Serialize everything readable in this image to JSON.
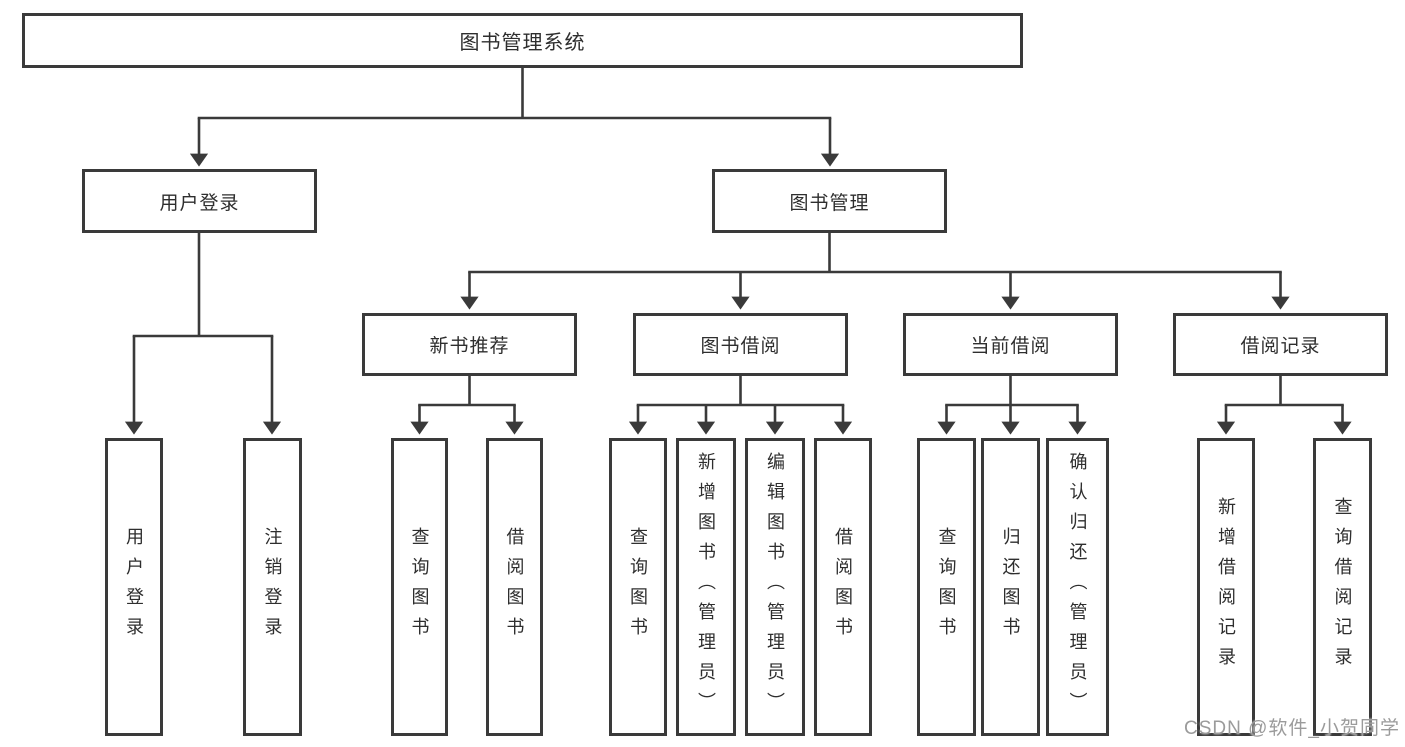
{
  "page": {
    "background": "#ffffff"
  },
  "colors": {
    "line": "#3a3a3a",
    "box_border": "#3a3a3a",
    "text": "#2e2e2e",
    "box_fill": "#ffffff",
    "watermark": "#9b9b9b"
  },
  "watermark": {
    "text": "CSDN @软件_小贺同学"
  },
  "diagram": {
    "type": "hierarchy-tree",
    "root": {
      "label": "图书管理系统"
    },
    "level2": [
      {
        "id": "user-login",
        "label": "用户登录",
        "parent": "root"
      },
      {
        "id": "book-management",
        "label": "图书管理",
        "parent": "root"
      }
    ],
    "level3": [
      {
        "id": "new-book-recommendation",
        "label": "新书推荐",
        "parent": "book-management"
      },
      {
        "id": "book-borrowing",
        "label": "图书借阅",
        "parent": "book-management"
      },
      {
        "id": "current-borrowing",
        "label": "当前借阅",
        "parent": "book-management"
      },
      {
        "id": "borrowing-records",
        "label": "借阅记录",
        "parent": "book-management"
      }
    ],
    "leaves": [
      {
        "label": "用户登录",
        "parent": "user-login"
      },
      {
        "label": "注销登录",
        "parent": "user-login"
      },
      {
        "label": "查询图书",
        "parent": "new-book-recommendation"
      },
      {
        "label": "借阅图书",
        "parent": "new-book-recommendation"
      },
      {
        "label": "查询图书",
        "parent": "book-borrowing"
      },
      {
        "label": "新增图书（管理员）",
        "parent": "book-borrowing"
      },
      {
        "label": "编辑图书（管理员）",
        "parent": "book-borrowing"
      },
      {
        "label": "借阅图书",
        "parent": "book-borrowing"
      },
      {
        "label": "查询图书",
        "parent": "current-borrowing"
      },
      {
        "label": "归还图书",
        "parent": "current-borrowing"
      },
      {
        "label": "确认归还（管理员）",
        "parent": "current-borrowing"
      },
      {
        "label": "新增借阅记录",
        "parent": "borrowing-records"
      },
      {
        "label": "查询借阅记录",
        "parent": "borrowing-records"
      }
    ]
  }
}
